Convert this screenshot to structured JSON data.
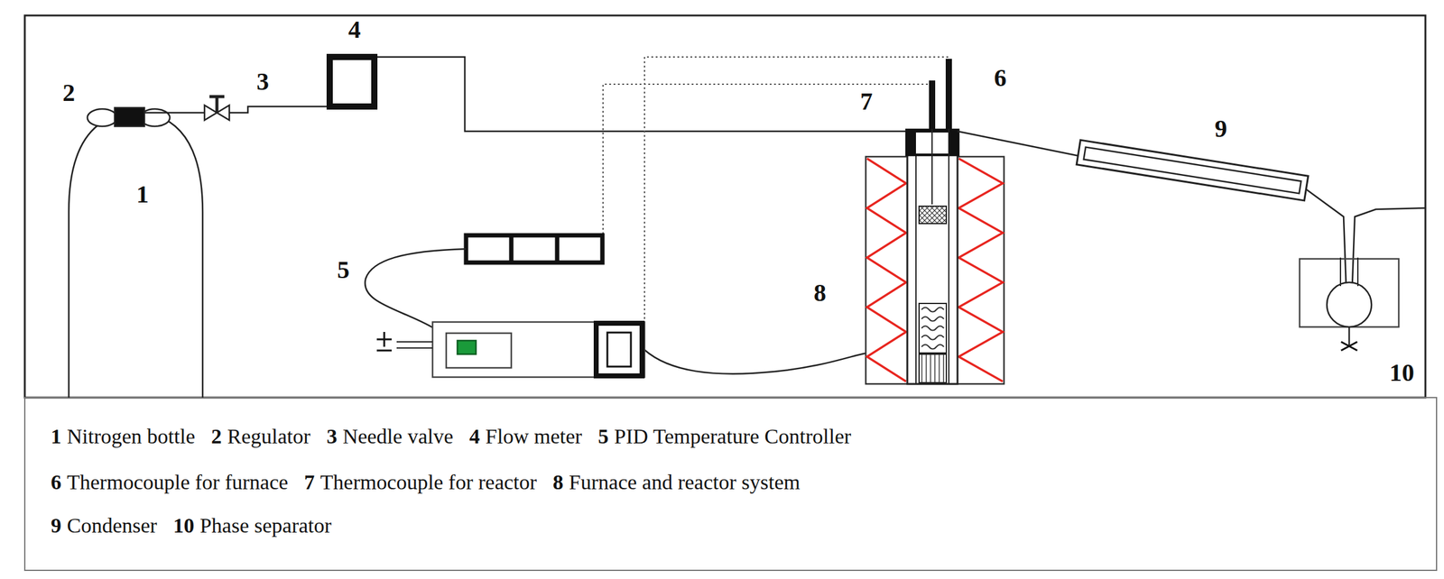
{
  "diagram": {
    "labels": [
      "4",
      "2",
      "3",
      "6",
      "7",
      "1",
      "9",
      "5",
      "8",
      "10",
      "1",
      "Nitrogen bottle",
      "2",
      "Regulator",
      "3",
      "Needle valve",
      "4",
      "Flow meter",
      "5",
      "PID Temperature Controller",
      "6",
      "Thermocouple for furnace",
      "7",
      "Thermocouple for reactor",
      "8",
      "Furnace and reactor system",
      "9",
      "Condenser",
      "10",
      "Phase separator"
    ]
  }
}
